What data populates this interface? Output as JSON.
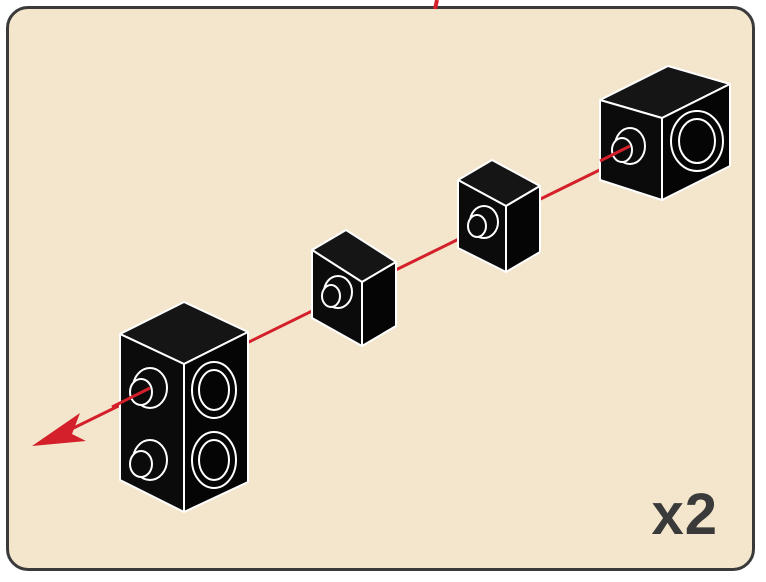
{
  "step": {
    "quantity_label": "x2",
    "background_color": "#f4e6cc",
    "border_color": "#3a3a3a",
    "arrow_color": "#d3202a",
    "brick_color": "#0b0b0b",
    "outline_color": "#ffffff",
    "parts": [
      {
        "name": "brick-1x2-side-studs",
        "icon": "technic-brick-1x2-icon"
      },
      {
        "name": "plate-1x1-side-stud-a",
        "icon": "plate-1x1-icon"
      },
      {
        "name": "plate-1x1-side-stud-b",
        "icon": "plate-1x1-icon"
      },
      {
        "name": "brick-1x1-side-stud",
        "icon": "brick-1x1-icon"
      }
    ]
  }
}
